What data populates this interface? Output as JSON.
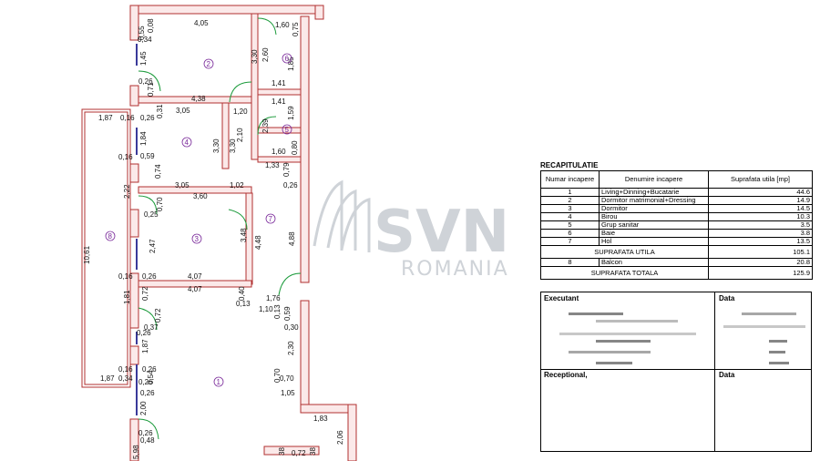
{
  "watermark": {
    "brand": "SVN",
    "country": "ROMANIA"
  },
  "plan": {
    "dims": [
      "4,05",
      "0,08",
      "0,55",
      "0,34",
      "1,60",
      "0,75",
      "2,60",
      "3,30",
      "1,85",
      "1,45",
      "0,26",
      "0,71",
      "4,38",
      "1,41",
      "1,41",
      "1,20",
      "1,59",
      "2,39",
      "2,10",
      "1,60",
      "0,80",
      "1,87",
      "0,16",
      "0,26",
      "0,31",
      "3,05",
      "1,84",
      "3,30",
      "3,30",
      "0,16",
      "0,59",
      "0,74",
      "1,33",
      "0,79",
      "0,26",
      "2,22",
      "3,05",
      "1,02",
      "3,60",
      "0,70",
      "0,25",
      "10,61",
      "2,47",
      "3,48",
      "4,48",
      "4,88",
      "0,16",
      "0,26",
      "4,07",
      "4,07",
      "1,81",
      "0,72",
      "0,40",
      "0,13",
      "1,76",
      "1,10",
      "0,13",
      "0,59",
      "0,72",
      "0,37",
      "0,26",
      "0,30",
      "2,30",
      "1,87",
      "0,16",
      "0,26",
      "1,87",
      "0,34",
      "0,54",
      "0,26",
      "0,26",
      "0,70",
      "0,70",
      "1,05",
      "2,00",
      "1,83",
      "0,26",
      "0,48",
      "2,06",
      "5,98",
      "0,72",
      "38",
      "38"
    ],
    "rooms": [
      "1",
      "2",
      "3",
      "4",
      "5",
      "6",
      "7",
      "8"
    ]
  },
  "recap": {
    "title": "RECAPITULATIE",
    "headers": [
      "Numar incapere",
      "Denumire incapere",
      "Suprafata utila [mp]"
    ],
    "rows": [
      {
        "nr": "1",
        "name": "Living+Dinning+Bucatarie",
        "area": "44.6"
      },
      {
        "nr": "2",
        "name": "Dormitor matrimonial+Dressing",
        "area": "14.9"
      },
      {
        "nr": "3",
        "name": "Dormitor",
        "area": "14.5"
      },
      {
        "nr": "4",
        "name": "Birou",
        "area": "10.3"
      },
      {
        "nr": "5",
        "name": "Grup sanitar",
        "area": "3.5"
      },
      {
        "nr": "6",
        "name": "Baie",
        "area": "3.8"
      },
      {
        "nr": "7",
        "name": "Hol",
        "area": "13.5"
      }
    ],
    "utila_label": "SUPRAFATA UTILA",
    "utila_value": "105.1",
    "balcon": {
      "nr": "8",
      "name": "Balcon",
      "area": "20.8"
    },
    "totala_label": "SUPRAFATA TOTALA",
    "totala_value": "125.9"
  },
  "signature": {
    "executant": "Executant",
    "data1": "Data",
    "receptional": "Receptional,",
    "data2": "Data"
  }
}
